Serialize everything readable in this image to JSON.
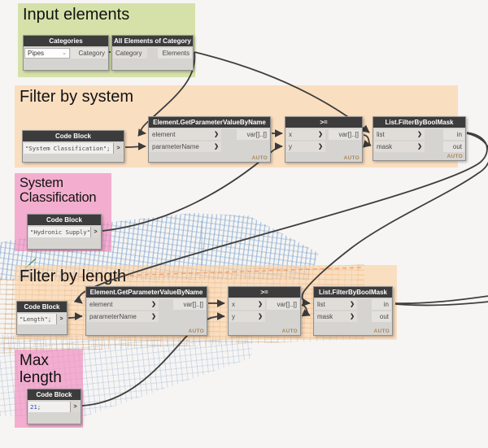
{
  "groups": [
    {
      "title": "Input elements"
    },
    {
      "title": "Filter by system"
    },
    {
      "title": "System Classification"
    },
    {
      "title": "Filter by length"
    },
    {
      "title": "Max length"
    }
  ],
  "nodes": {
    "categories": {
      "title": "Categories",
      "value": "Pipes",
      "outputs": [
        "Category"
      ]
    },
    "allElements": {
      "title": "All Elements of Category",
      "inputs": [
        "Category"
      ],
      "outputs": [
        "Elements"
      ]
    },
    "cbSystem": {
      "title": "Code Block",
      "code": "\"System Classification\";",
      "out": ">"
    },
    "getParam1": {
      "title": "Element.GetParameterValueByName",
      "inputs": [
        "element",
        "parameterName"
      ],
      "outputs": [
        "var[]..[]"
      ],
      "lacing": "AUTO"
    },
    "gte1": {
      "title": ">=",
      "inputs": [
        "x",
        "y"
      ],
      "outputs": [
        "var[]..[]"
      ],
      "lacing": "AUTO"
    },
    "fbm1": {
      "title": "List.FilterByBoolMask",
      "inputs": [
        "list",
        "mask"
      ],
      "outputs": [
        "in",
        "out"
      ],
      "lacing": "AUTO"
    },
    "cbClassification": {
      "title": "Code Block",
      "code": "\"Hydronic Supply\";",
      "out": ">"
    },
    "cbLength": {
      "title": "Code Block",
      "code": "\"Length\";",
      "out": ">"
    },
    "getParam2": {
      "title": "Element.GetParameterValueByName",
      "inputs": [
        "element",
        "parameterName"
      ],
      "outputs": [
        "var[]..[]"
      ],
      "lacing": "AUTO"
    },
    "gte2": {
      "title": ">=",
      "inputs": [
        "x",
        "y"
      ],
      "outputs": [
        "var[]..[]"
      ],
      "lacing": "AUTO"
    },
    "fbm2": {
      "title": "List.FilterByBoolMask",
      "inputs": [
        "list",
        "mask"
      ],
      "outputs": [
        "in",
        "out"
      ],
      "lacing": "AUTO"
    },
    "cbMax": {
      "title": "Code Block",
      "number": "21",
      "suffix": ";",
      "out": ">"
    }
  },
  "icons": {
    "dropdown_caret": "⌄",
    "port_chevron": "❯"
  },
  "colors": {
    "wire": "#3f3e3d",
    "node_header": "#3c3c3c",
    "group_green": "#d5e0a9",
    "group_orange": "#fbdfc4",
    "group_pink": "#f3aed0",
    "lacing_text": "#a8895c",
    "number_literal": "#2d43cc",
    "preview_blue": "#7fa4cc",
    "preview_tan": "#c3874b",
    "preview_red_dash": "#e06040"
  }
}
